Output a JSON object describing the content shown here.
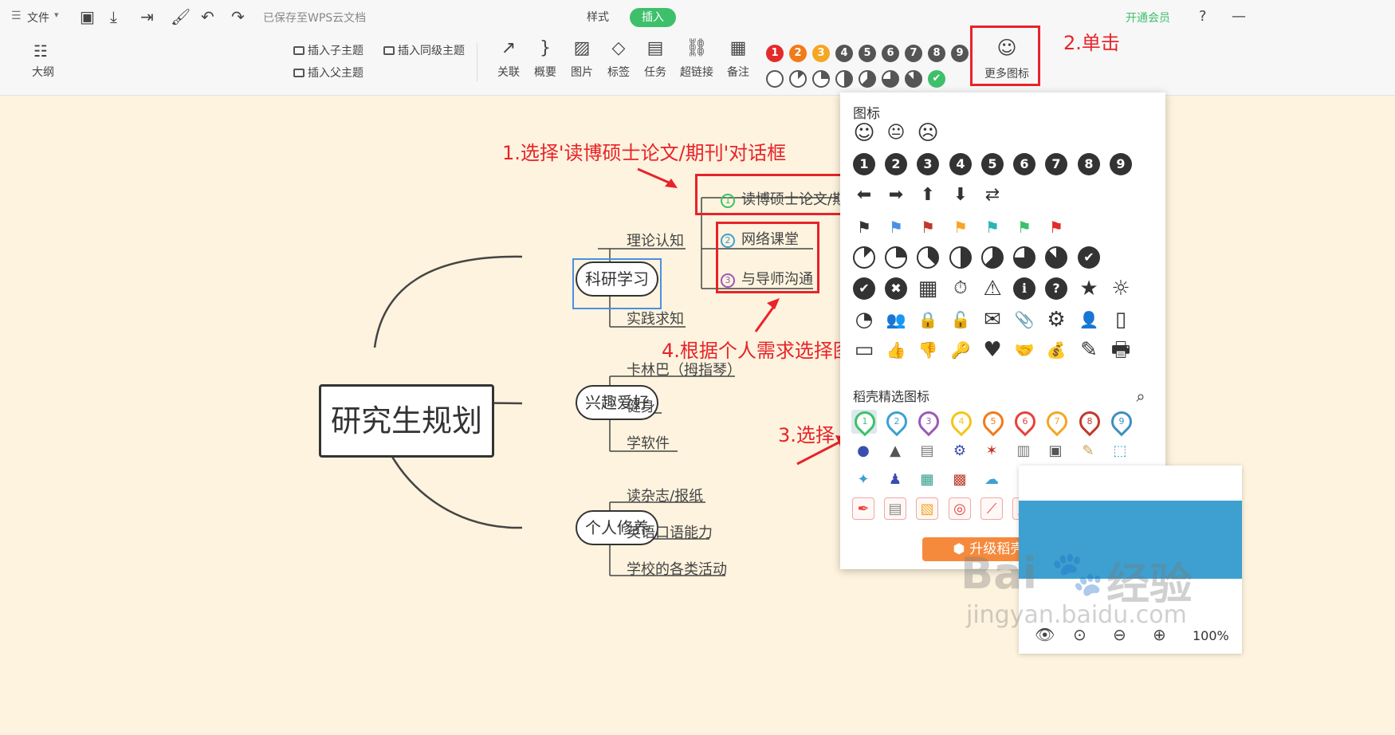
{
  "topbar": {
    "menu_label": "文件",
    "saved_status": "已保存至WPS云文档",
    "tabs": [
      "样式",
      "插入"
    ],
    "vip": "开通会员",
    "help": "?"
  },
  "toolbar": {
    "outline": "大纲",
    "insert_child": "插入子主题",
    "insert_sibling": "插入同级主题",
    "insert_parent": "插入父主题",
    "tools": [
      "关联",
      "概要",
      "图片",
      "标签",
      "任务",
      "超链接",
      "备注"
    ],
    "priorities": [
      "1",
      "2",
      "3",
      "4",
      "5",
      "6",
      "7",
      "8",
      "9"
    ],
    "priority_colors": [
      "#e32b2b",
      "#f27a1a",
      "#f5a623",
      "#555555",
      "#555555",
      "#555555",
      "#555555",
      "#555555",
      "#555555"
    ],
    "more_icons": "更多图标"
  },
  "annotations": {
    "step1": "1.选择'读博硕士论文/期刊'对话框",
    "step2": "2.单击",
    "step3": "3.选择",
    "step4": "4.根据个人需求选择图标"
  },
  "mindmap": {
    "root": "研究生规划",
    "branch1": {
      "label": "科研学习",
      "children": [
        "理论认知",
        "实践求知"
      ],
      "grand": [
        "读博硕士论文/期刊",
        "网络课堂",
        "与导师沟通"
      ],
      "marker_nums": [
        "1",
        "2",
        "3"
      ]
    },
    "branch2": {
      "label": "兴趣爱好",
      "children": [
        "卡林巴（拇指琴）",
        "健身",
        "学软件"
      ]
    },
    "branch3": {
      "label": "个人修养",
      "children": [
        "读杂志/报纸",
        "英语口语能力",
        "学校的各类活动"
      ]
    }
  },
  "panel": {
    "title": "图标",
    "faces": [
      "☺",
      "😐",
      "☹"
    ],
    "numbers": [
      "1",
      "2",
      "3",
      "4",
      "5",
      "6",
      "7",
      "8",
      "9"
    ],
    "arrows": [
      "⬅",
      "➡",
      "⬆",
      "⬇",
      "⇄"
    ],
    "flag_colors": [
      "#333333",
      "#4a90e2",
      "#c0392b",
      "#f5a623",
      "#2bb5b5",
      "#3ec06b",
      "#e32b2b"
    ],
    "symbols_row1": [
      "✔",
      "✖",
      "▦",
      "⏱",
      "⚠",
      "ℹ",
      "?",
      "★",
      "☼"
    ],
    "symbols_row2": [
      "◔",
      "👥",
      "🔒",
      "🔓",
      "✉",
      "📎",
      "⚙",
      "👤",
      "▯"
    ],
    "symbols_row3": [
      "▭",
      "👍",
      "👎",
      "🔑",
      "♥",
      "🤝",
      "💰",
      "✎",
      "🖶"
    ],
    "section_title": "稻壳精选图标",
    "pin_nums": [
      "1",
      "2",
      "3",
      "4",
      "5",
      "6",
      "7",
      "8",
      "9"
    ],
    "pin_colors": [
      "#3ec06b",
      "#3ea0d0",
      "#9b59b6",
      "#f5c518",
      "#f27a1a",
      "#e8413a",
      "#f5a623",
      "#c0392b",
      "#3e8fc0"
    ],
    "sticker_row1": [
      "●",
      "▲",
      "▤",
      "⚙",
      "✶",
      "▥",
      "▣",
      "✎",
      "⬚"
    ],
    "sticker_row2": [
      "✦",
      "♟",
      "▦",
      "▩",
      "☁",
      "▮",
      "♜",
      "♣",
      "✿"
    ],
    "sticker_row3": [
      "✒",
      "▤",
      "▧",
      "◎",
      "⟋",
      "▲",
      "⌕",
      "❉",
      "▦"
    ],
    "upgrade": "升级稻壳会员"
  },
  "minimap": {
    "zoom": "100%"
  },
  "watermark": {
    "brand": "Bai",
    "cn": "经验",
    "url": "jingyan.baidu.com"
  }
}
